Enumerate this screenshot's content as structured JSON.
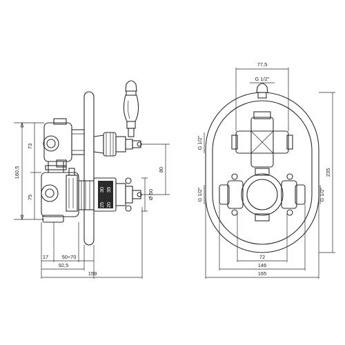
{
  "dimensions": {
    "left_view": {
      "d73": "73",
      "d75": "75",
      "d160_5": "160,5",
      "d80": "80",
      "d50": "Ø 50",
      "d17": "17",
      "d50_70": "50÷70",
      "d92_5": "92,5",
      "d159": "159"
    },
    "right_view": {
      "d77_5": "77,5",
      "top_thread": "G 1/2\"",
      "left_thread_upper": "G 1/2\"",
      "left_thread_lower": "G 1/2\"",
      "right_thread": "G 1/2\"",
      "d235": "235",
      "d72": "72",
      "d146": "146",
      "d165": "165"
    },
    "thermo_scale": [
      "30",
      "25",
      "35",
      "20"
    ]
  }
}
